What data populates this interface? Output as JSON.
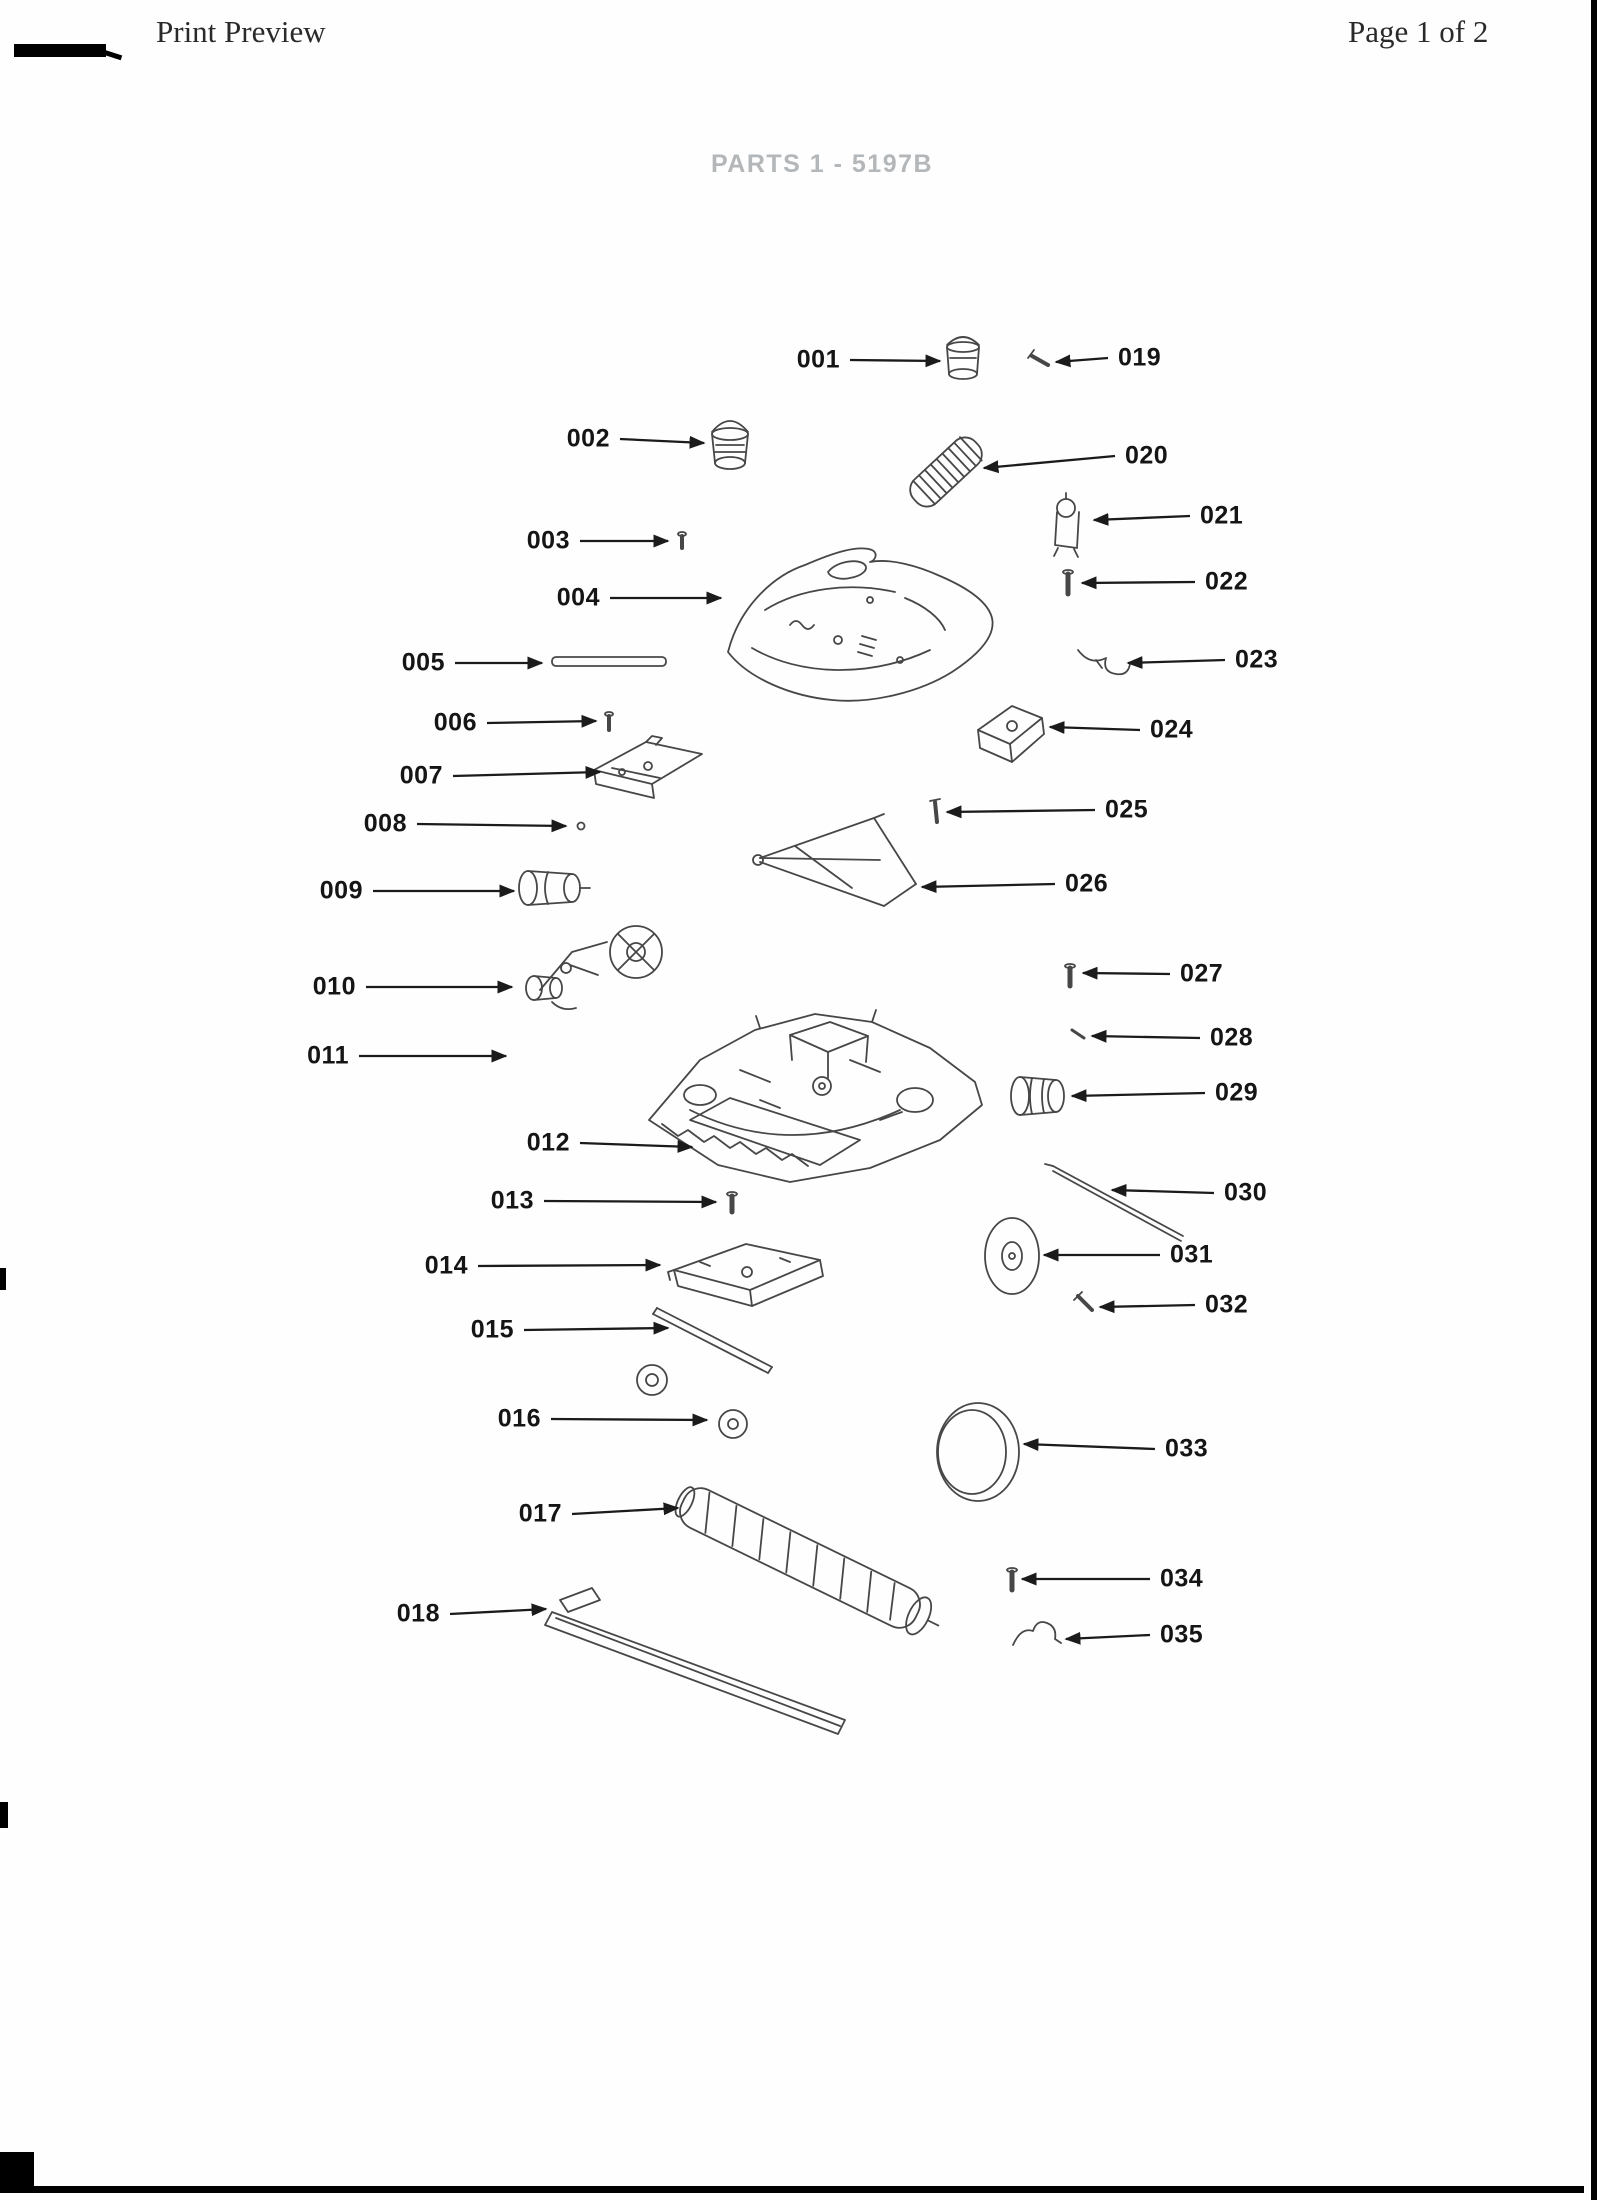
{
  "page": {
    "header_left": "Print Preview",
    "header_right": "Page 1 of 2",
    "diagram_title": "PARTS 1 - 5197B"
  },
  "colors": {
    "ink": "#1b1b1b",
    "part_line": "#474747",
    "title_gray": "#b4b7b9",
    "paper": "#fefefe"
  },
  "diagram": {
    "callouts": [
      {
        "label": "001",
        "side": "left",
        "arrow": [
          850,
          360,
          940,
          361
        ]
      },
      {
        "label": "002",
        "side": "left",
        "arrow": [
          620,
          439,
          704,
          443
        ]
      },
      {
        "label": "003",
        "side": "left",
        "arrow": [
          580,
          541,
          668,
          541
        ]
      },
      {
        "label": "004",
        "side": "left",
        "arrow": [
          610,
          598,
          721,
          598
        ]
      },
      {
        "label": "005",
        "side": "left",
        "arrow": [
          455,
          663,
          542,
          663
        ]
      },
      {
        "label": "006",
        "side": "left",
        "arrow": [
          487,
          723,
          596,
          721
        ]
      },
      {
        "label": "007",
        "side": "left",
        "arrow": [
          453,
          776,
          600,
          772
        ]
      },
      {
        "label": "008",
        "side": "left",
        "arrow": [
          417,
          824,
          566,
          826
        ]
      },
      {
        "label": "009",
        "side": "left",
        "arrow": [
          373,
          891,
          514,
          891
        ]
      },
      {
        "label": "010",
        "side": "left",
        "arrow": [
          366,
          987,
          512,
          987
        ]
      },
      {
        "label": "011",
        "side": "left",
        "arrow": [
          359,
          1056,
          506,
          1056
        ]
      },
      {
        "label": "012",
        "side": "left",
        "arrow": [
          580,
          1143,
          692,
          1147
        ]
      },
      {
        "label": "013",
        "side": "left",
        "arrow": [
          544,
          1201,
          716,
          1202
        ]
      },
      {
        "label": "014",
        "side": "left",
        "arrow": [
          478,
          1266,
          660,
          1265
        ]
      },
      {
        "label": "015",
        "side": "left",
        "arrow": [
          524,
          1330,
          668,
          1328
        ]
      },
      {
        "label": "016",
        "side": "left",
        "arrow": [
          551,
          1419,
          707,
          1420
        ]
      },
      {
        "label": "017",
        "side": "left",
        "arrow": [
          572,
          1514,
          678,
          1508
        ]
      },
      {
        "label": "018",
        "side": "left",
        "arrow": [
          450,
          1614,
          546,
          1609
        ]
      },
      {
        "label": "019",
        "side": "right",
        "arrow": [
          1108,
          358,
          1056,
          362
        ]
      },
      {
        "label": "020",
        "side": "right",
        "arrow": [
          1115,
          456,
          984,
          468
        ]
      },
      {
        "label": "021",
        "side": "right",
        "arrow": [
          1190,
          516,
          1094,
          520
        ]
      },
      {
        "label": "022",
        "side": "right",
        "arrow": [
          1195,
          582,
          1082,
          583
        ]
      },
      {
        "label": "023",
        "side": "right",
        "arrow": [
          1225,
          660,
          1128,
          663
        ]
      },
      {
        "label": "024",
        "side": "right",
        "arrow": [
          1140,
          730,
          1050,
          727
        ]
      },
      {
        "label": "025",
        "side": "right",
        "arrow": [
          1095,
          810,
          947,
          812
        ]
      },
      {
        "label": "026",
        "side": "right",
        "arrow": [
          1055,
          884,
          922,
          887
        ]
      },
      {
        "label": "027",
        "side": "right",
        "arrow": [
          1170,
          974,
          1083,
          973
        ]
      },
      {
        "label": "028",
        "side": "right",
        "arrow": [
          1200,
          1038,
          1092,
          1036
        ]
      },
      {
        "label": "029",
        "side": "right",
        "arrow": [
          1205,
          1093,
          1072,
          1096
        ]
      },
      {
        "label": "030",
        "side": "right",
        "arrow": [
          1214,
          1193,
          1112,
          1190
        ]
      },
      {
        "label": "031",
        "side": "right",
        "arrow": [
          1160,
          1255,
          1044,
          1255
        ]
      },
      {
        "label": "032",
        "side": "right",
        "arrow": [
          1195,
          1305,
          1100,
          1307
        ]
      },
      {
        "label": "033",
        "side": "right",
        "arrow": [
          1155,
          1449,
          1024,
          1444
        ]
      },
      {
        "label": "034",
        "side": "right",
        "arrow": [
          1150,
          1579,
          1022,
          1579
        ]
      },
      {
        "label": "035",
        "side": "right",
        "arrow": [
          1150,
          1635,
          1066,
          1639
        ]
      }
    ]
  }
}
